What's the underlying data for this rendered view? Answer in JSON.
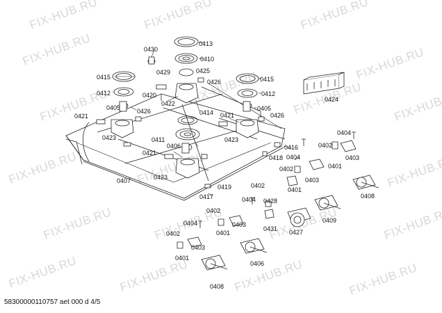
{
  "diagram": {
    "watermark": "FIX-HUB.RU",
    "footer": "58300000110757 aet 000 d 4/5",
    "part_labels": [
      "0413",
      "0430",
      "0410",
      "0429",
      "0425",
      "0415",
      "0426",
      "0415",
      "0412",
      "0420",
      "0412",
      "0424",
      "0405",
      "0426",
      "0422",
      "0405",
      "0421",
      "0414",
      "0421",
      "0426",
      "0423",
      "0411",
      "0423",
      "0406",
      "0404",
      "0416",
      "0421",
      "0402",
      "0407",
      "0423",
      "0404",
      "0402",
      "0418",
      "0401",
      "0403",
      "0419",
      "0402",
      "0417",
      "0404",
      "0401",
      "0403",
      "0428",
      "0408",
      "0402",
      "0403",
      "0404",
      "0431",
      "0409",
      "0427",
      "0401",
      "0402",
      "0403",
      "0406",
      "0401",
      "0408"
    ]
  }
}
